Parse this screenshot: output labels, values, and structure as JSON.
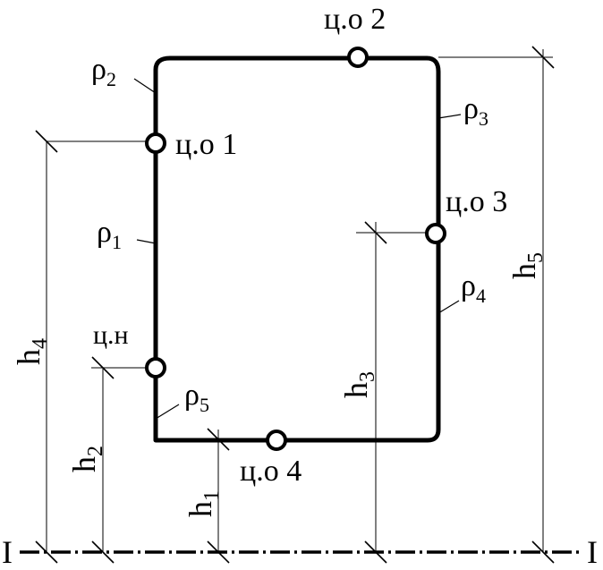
{
  "labels": {
    "co1": "ц.о 1",
    "co2": "ц.о 2",
    "co3": "ц.о 3",
    "co4": "ц.о 4",
    "cn": "ц.н",
    "axis_left": "I",
    "axis_right": "I"
  },
  "radii": {
    "p1": {
      "base": "ρ",
      "sub": "1"
    },
    "p2": {
      "base": "ρ",
      "sub": "2"
    },
    "p3": {
      "base": "ρ",
      "sub": "3"
    },
    "p4": {
      "base": "ρ",
      "sub": "4"
    },
    "p5": {
      "base": "ρ",
      "sub": "5"
    }
  },
  "heights": {
    "h1": {
      "base": "h",
      "sub": "1"
    },
    "h2": {
      "base": "h",
      "sub": "2"
    },
    "h3": {
      "base": "h",
      "sub": "3"
    },
    "h4": {
      "base": "h",
      "sub": "4"
    },
    "h5": {
      "base": "h",
      "sub": "5"
    }
  },
  "colors": {
    "ink": "#000000",
    "background": "#ffffff"
  }
}
